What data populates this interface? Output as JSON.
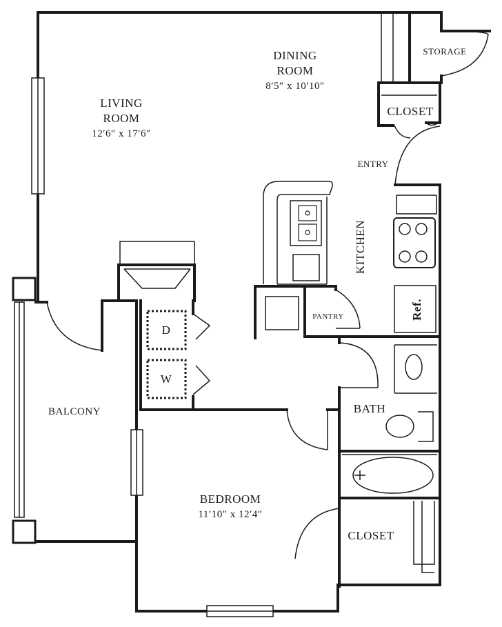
{
  "rooms": {
    "living": {
      "name_line1": "LIVING",
      "name_line2": "ROOM",
      "dims": "12′6″ x 17′6″"
    },
    "dining": {
      "name_line1": "DINING",
      "name_line2": "ROOM",
      "dims": "8′5″ x 10′10″"
    },
    "storage": "STORAGE",
    "closet_top": "CLOSET",
    "entry": "ENTRY",
    "kitchen": "KITCHEN",
    "pantry": "PANTRY",
    "refrigerator": "Ref.",
    "dryer": "D",
    "washer": "W",
    "balcony": "BALCONY",
    "bath": "BATH",
    "bedroom": {
      "name": "BEDROOM",
      "dims": "11′10″ x 12′4″"
    },
    "closet_bedroom": "CLOSET"
  }
}
